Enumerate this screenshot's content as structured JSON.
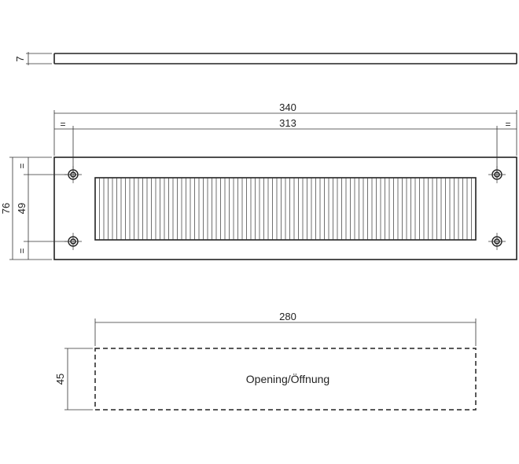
{
  "views": {
    "side": {
      "thickness": "7"
    },
    "front": {
      "overall_width": "340",
      "hole_spacing_horizontal": "313",
      "overall_height": "76",
      "hole_spacing_vertical": "49",
      "equal_mark": "="
    },
    "opening": {
      "width": "280",
      "height": "45",
      "label": "Opening/Öffnung"
    }
  }
}
